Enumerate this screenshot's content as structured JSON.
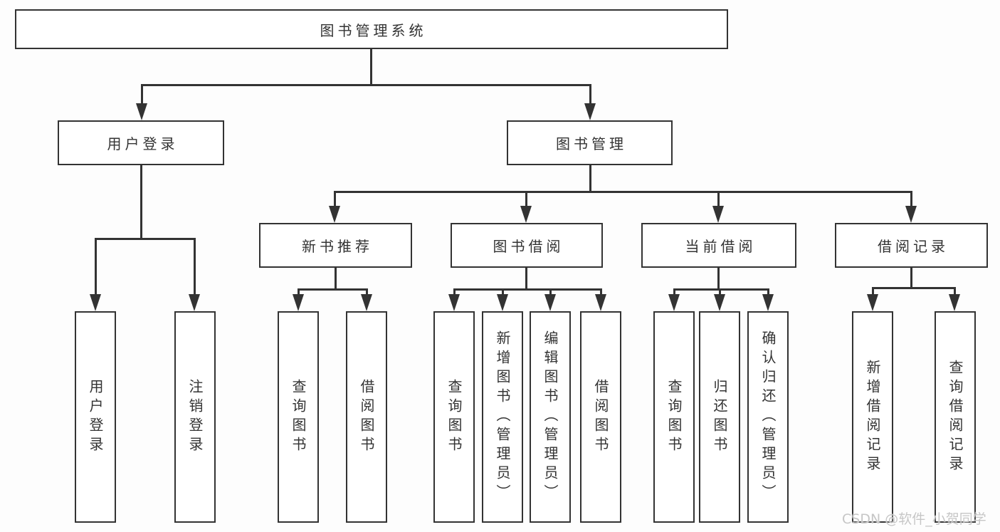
{
  "diagram": {
    "title": "图书管理系统",
    "nodes": {
      "root": "图书管理系统",
      "user_login": "用户登录",
      "book_mgmt": "图书管理",
      "new_book_rec": "新书推荐",
      "book_borrow": "图书借阅",
      "current_borrow": "当前借阅",
      "borrow_records": "借阅记录",
      "leaf_user_login": "用户登录",
      "leaf_logout": "注销登录",
      "leaf_query_book_rec": "查询图书",
      "leaf_borrow_book_rec": "借阅图书",
      "leaf_query_book_borrow": "查询图书",
      "leaf_add_book_admin": "新增图书（管理员）",
      "leaf_edit_book_admin": "编辑图书（管理员）",
      "leaf_borrow_book_borrow": "借阅图书",
      "leaf_query_book_current": "查询图书",
      "leaf_return_book": "归还图书",
      "leaf_confirm_return_admin": "确认归还（管理员）",
      "leaf_add_borrow_record": "新增借阅记录",
      "leaf_query_borrow_record": "查询借阅记录"
    },
    "hierarchy": {
      "图书管理系统": {
        "用户登录": [
          "用户登录",
          "注销登录"
        ],
        "图书管理": {
          "新书推荐": [
            "查询图书",
            "借阅图书"
          ],
          "图书借阅": [
            "查询图书",
            "新增图书（管理员）",
            "编辑图书（管理员）",
            "借阅图书"
          ],
          "当前借阅": [
            "查询图书",
            "归还图书",
            "确认归还（管理员）"
          ],
          "借阅记录": [
            "新增借阅记录",
            "查询借阅记录"
          ]
        }
      }
    }
  },
  "watermark": {
    "text": "CSDN @软件_小贺同学"
  },
  "colors": {
    "line": "#333333",
    "box_border": "#333333",
    "text": "#333333",
    "background": "#ffffff",
    "watermark": "#c6c6c6"
  }
}
